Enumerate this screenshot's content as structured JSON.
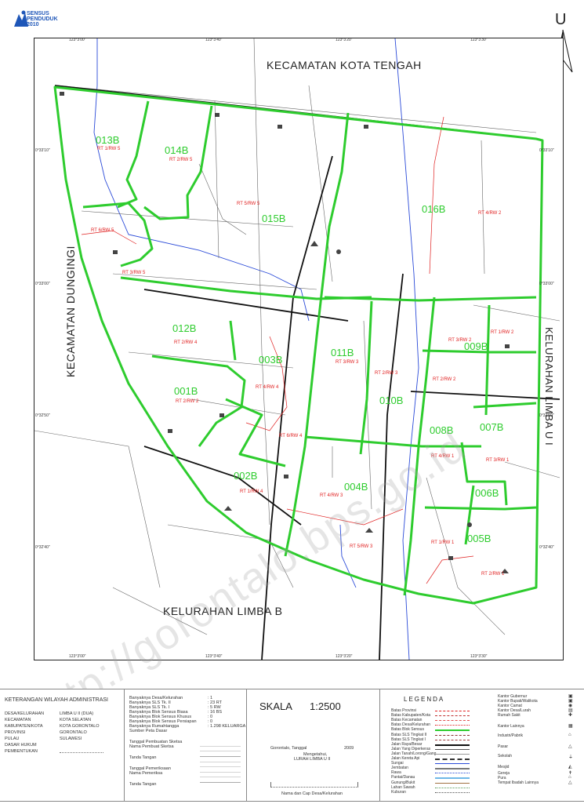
{
  "logo": {
    "line1": "SENSUS",
    "line2": "PENDUDUK",
    "line3": "2010"
  },
  "north": {
    "letter": "U"
  },
  "regions": {
    "north": "KECAMATAN KOTA TENGAH",
    "west": "KECAMATAN DUNGINGI",
    "east": "KELURAHAN LIMBA U I",
    "south": "KELURAHAN LIMBA B"
  },
  "blocks": [
    "013B",
    "014B",
    "015B",
    "016B",
    "012B",
    "003B",
    "011B",
    "009B",
    "001B",
    "010B",
    "008B",
    "007B",
    "002B",
    "004B",
    "006B",
    "005B"
  ],
  "rt_labels": [
    "RT 1/RW 5",
    "RT 2/RW 5",
    "RT 5/RW 5",
    "RT 4/RW 2",
    "RT 6/RW 5",
    "RT 3/RW 5",
    "RT 2/RW 4",
    "RT 3/RW 2",
    "RT 1/RW 2",
    "RT 3/RW 3",
    "RT 2/RW 3",
    "RT 2/RW 2",
    "RT 4/RW 4",
    "RT 2/RW 2",
    "RT 6/RW 4",
    "RT 4/RW 1",
    "RT 3/RW 1",
    "RT 1/RW 4",
    "RT 4/RW 3",
    "RT 5/RW 3",
    "RT 1/RW 1",
    "RT 2/RW 1"
  ],
  "ticks": {
    "top": [
      "123°3'00\"",
      "123°3'40\"",
      "123°3'20\"",
      "123°3'30\""
    ],
    "left": [
      "0°33'10\"",
      "0°33'00\"",
      "0°32'50\"",
      "0°32'40\""
    ],
    "right": [
      "0°33'10\"",
      "0°33'00\"",
      "0°32'50\"",
      "0°32'40\""
    ],
    "bottom": [
      "123°3'00\"",
      "123°3'40\"",
      "123°3'20\"",
      "123°3'30\""
    ]
  },
  "watermark": "http://gorontalo.bps.go.id",
  "keterangan": {
    "title": "KETERANGAN WILAYAH ADMINISTRASI",
    "rows": [
      {
        "k": "DESA/KELURAHAN",
        "v": "LIMBA U II (DUA)"
      },
      {
        "k": "KECAMATAN",
        "v": "KOTA SELATAN"
      },
      {
        "k": "KABUPATEN/KOTA",
        "v": "KOTA GORONTALO"
      },
      {
        "k": "PROVINSI",
        "v": "GORONTALO"
      },
      {
        "k": "PULAU",
        "v": "SULAWESI"
      },
      {
        "k": "DASAR HUKUM",
        "v": ""
      },
      {
        "k": "PEMBENTUKAN",
        "v": ""
      }
    ]
  },
  "stats": {
    "rows": [
      {
        "k": "Banyaknya Desa/Kelurahan",
        "v": ": 1"
      },
      {
        "k": "Banyaknya SLS Tk. II",
        "v": ": 23 RT"
      },
      {
        "k": "Banyaknya SLS Tk. I",
        "v": ": 5 RW"
      },
      {
        "k": "Banyaknya Blok Sensus Biasa",
        "v": ": 16 BS"
      },
      {
        "k": "Banyaknya Blok Sensus Khusus",
        "v": ": 0"
      },
      {
        "k": "Banyaknya Blok Sensus Persiapan",
        "v": ": 0"
      },
      {
        "k": "Banyaknya Rumahtangga",
        "v": ": 1.298 KELUARGA"
      },
      {
        "k": "Sumber Peta Dasar",
        "v": ""
      }
    ],
    "sign_rows": [
      "Tanggal Pembuatan Sketsa",
      "Nama Pembuat Sketsa",
      "Tanda Tangan",
      "Tanggal Pemeriksaan",
      "Nama Pemeriksa",
      "Tanda Tangan"
    ]
  },
  "skala": {
    "label": "SKALA",
    "value": "1:2500",
    "place_date": "Gorontalo, Tanggal",
    "year": "2009",
    "mengetahui": "Mengetahui,",
    "lurah": "LURAH LIMBA U II",
    "cap": "Nama dan Cap Desa/Kelurahan"
  },
  "legenda": {
    "title": "LEGENDA",
    "lines": [
      "Batas Provinsi",
      "Batas Kabupaten/Kota",
      "Batas Kecamatan",
      "Batas Desa/Kelurahan",
      "Batas Blok Sensus",
      "Batas SLS Tingkat II",
      "Batas SLS Tingkat I",
      "Jalan Raya/Besar",
      "Jalan Yang Diperkeras",
      "Jalan Tanah/Lorong/Gang",
      "Jalan Kereta Api",
      "Sungai",
      "Jembatan",
      "Rawa",
      "Pantai/Danau",
      "Gunung/Bukit",
      "Lahan Sawah",
      "Kuburan"
    ],
    "points": [
      "Kantor Gubernur",
      "Kantor Bupati/Walikota",
      "Kantor Camat",
      "Kantor Desa/Lurah",
      "Rumah Sakit",
      "Kantor Lainnya",
      "Industri/Pabrik",
      "Pasar",
      "Sekolah",
      "Mesjid",
      "Gereja",
      "Pura",
      "Tempat Ibadah Lainnya"
    ]
  },
  "colors": {
    "block_boundary": "#2ecc2e",
    "rt_label": "#e02020",
    "river": "#2a4ad8",
    "road": "#111111"
  }
}
